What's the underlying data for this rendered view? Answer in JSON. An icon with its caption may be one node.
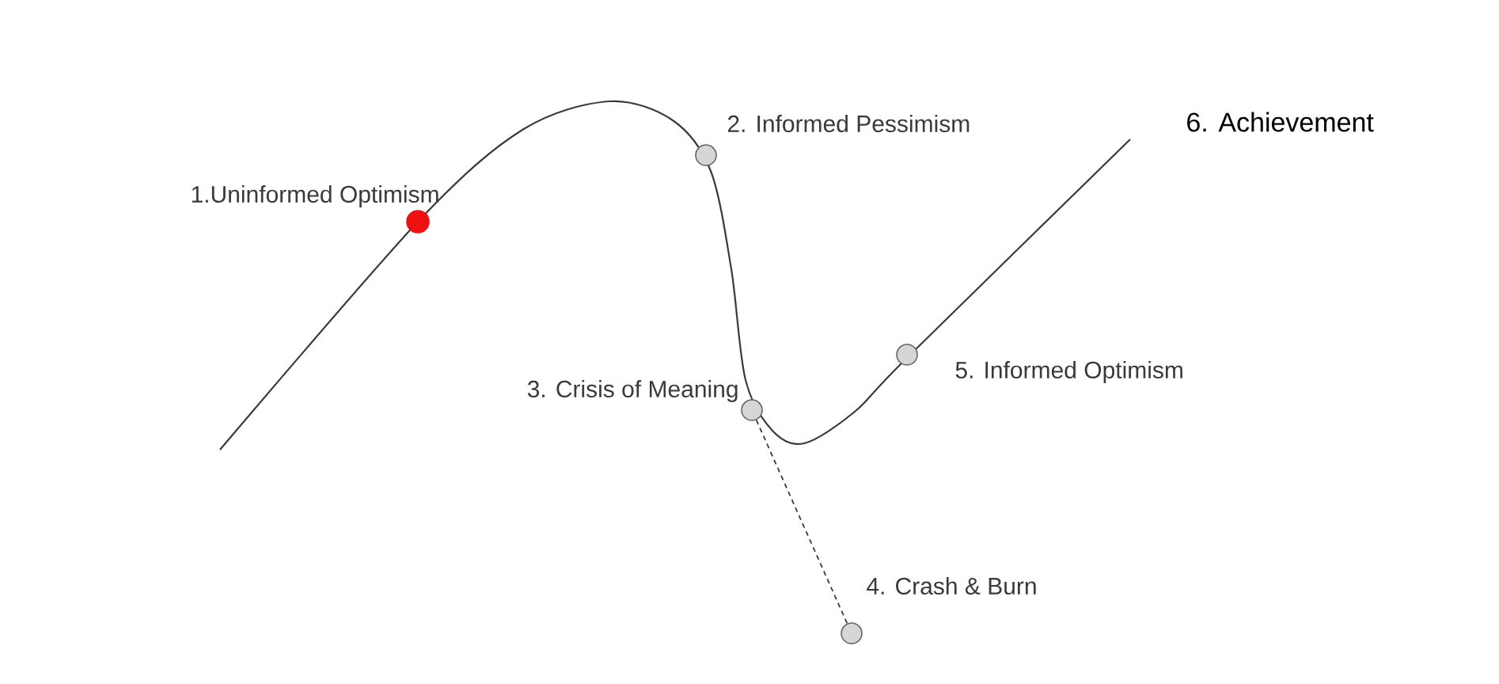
{
  "diagram": {
    "nodes": [
      {
        "text": [],
        "shape": "circle",
        "beside": [
          "1.Uninformed Optimism"
        ]
      },
      {
        "text": [],
        "shape": "circle",
        "beside": [
          "2. Informed Pessimism"
        ]
      },
      {
        "text": [],
        "shape": "circle",
        "beside": [
          "3. Crisis of Meaning"
        ]
      },
      {
        "text": [],
        "shape": "circle",
        "beside": [
          "4. Crash & Burn"
        ]
      },
      {
        "text": [],
        "shape": "circle",
        "beside": [
          "5. Informed Optimism"
        ]
      }
    ],
    "edges": [
      {
        "from": 2,
        "to": 3,
        "arrow": "none",
        "style": "dashed"
      }
    ],
    "labels": [
      "6. Achievement"
    ]
  }
}
